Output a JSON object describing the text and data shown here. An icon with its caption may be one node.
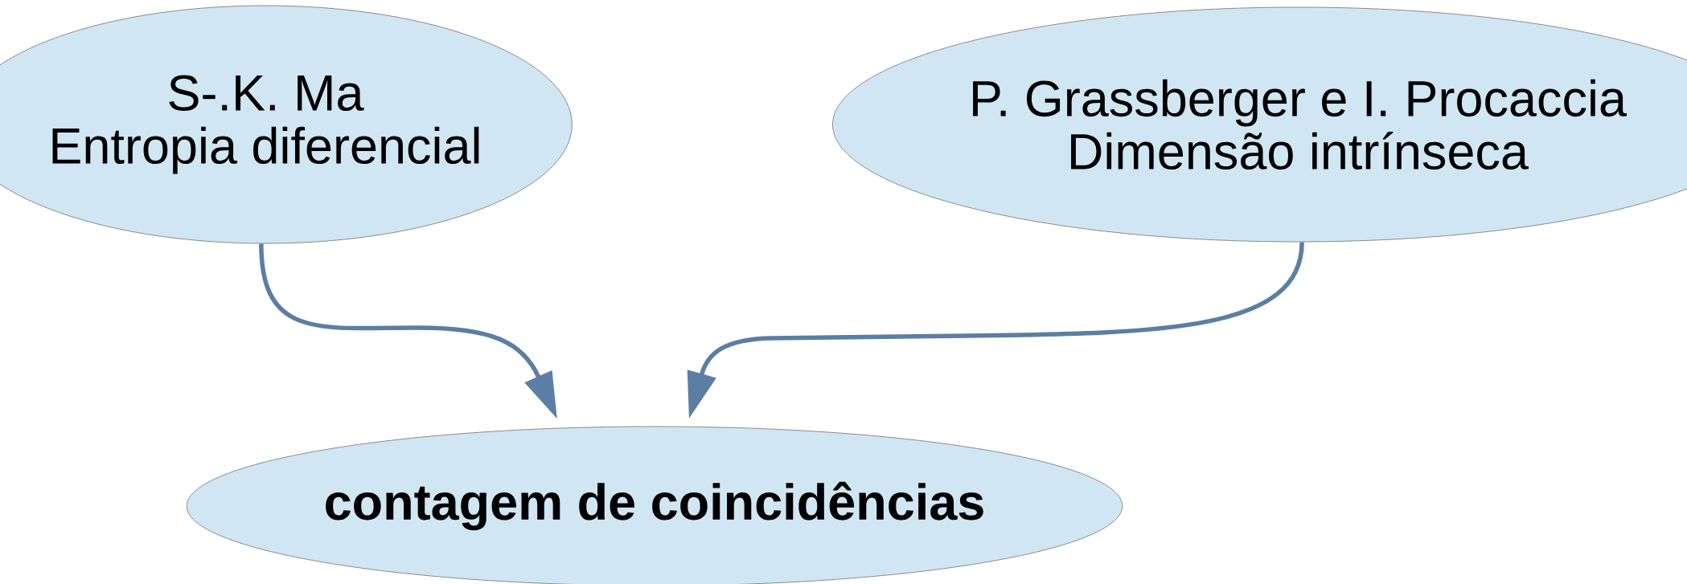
{
  "diagram": {
    "nodes": [
      {
        "text": [
          "S-.K. Ma",
          "Entropia diferencial"
        ]
      },
      {
        "text": [
          "P. Grassberger e I. Procaccia",
          "Dimensão intrínseca"
        ]
      },
      {
        "text": [
          "contagem de coincidências"
        ]
      }
    ],
    "edges": [
      {
        "from": 0,
        "to": 2,
        "arrow": "to"
      },
      {
        "from": 1,
        "to": 2,
        "arrow": "to"
      }
    ]
  }
}
